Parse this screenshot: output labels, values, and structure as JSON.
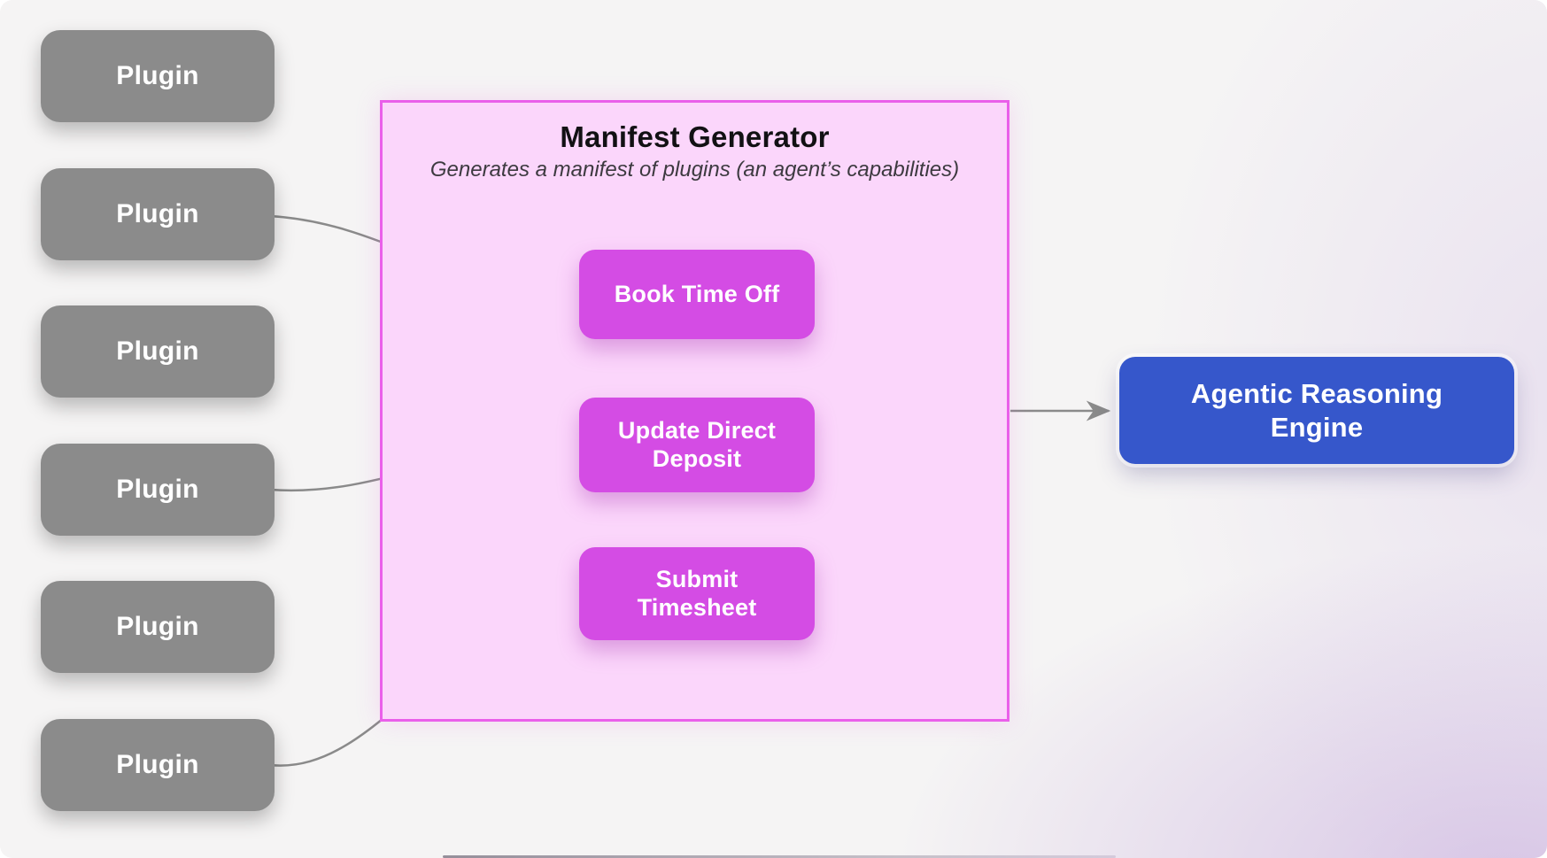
{
  "plugins": [
    {
      "label": "Plugin"
    },
    {
      "label": "Plugin"
    },
    {
      "label": "Plugin"
    },
    {
      "label": "Plugin"
    },
    {
      "label": "Plugin"
    },
    {
      "label": "Plugin"
    }
  ],
  "manifest_generator": {
    "title": "Manifest Generator",
    "subtitle": "Generates a manifest of plugins (an agent’s capabilities)",
    "capabilities": [
      {
        "label": "Book Time Off"
      },
      {
        "label": "Update Direct\nDeposit"
      },
      {
        "label": "Submit\nTimesheet"
      }
    ]
  },
  "engine": {
    "label": "Agentic Reasoning\nEngine"
  },
  "connections": [
    {
      "from": "plugin-2",
      "to": "Book Time Off"
    },
    {
      "from": "plugin-4",
      "to": "Update Direct Deposit"
    },
    {
      "from": "plugin-6",
      "to": "Submit Timesheet"
    },
    {
      "from": "Manifest Generator",
      "to": "Agentic Reasoning Engine"
    }
  ],
  "colors": {
    "plugin_gray": "#8b8b8b",
    "manifest_fill": "#fbd6fb",
    "manifest_border": "#ea5fea",
    "capability_magenta": "#d44ce4",
    "engine_blue": "#3657cb",
    "arrow_gray": "#8a8a8a",
    "background": "#f5f4f4",
    "background_tint": "#e3d7ee"
  }
}
